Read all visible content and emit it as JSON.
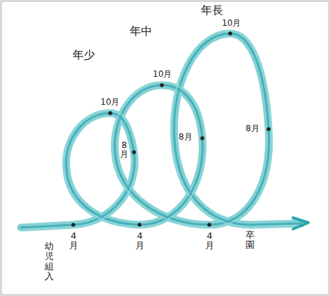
{
  "diagram": {
    "labels": [
      "年長",
      "年中",
      "年少",
      "10月",
      "10月",
      "10月",
      "8月",
      "8月",
      "8月",
      "4月",
      "幼児組入",
      "4月",
      "4月",
      "卒園"
    ]
  }
}
